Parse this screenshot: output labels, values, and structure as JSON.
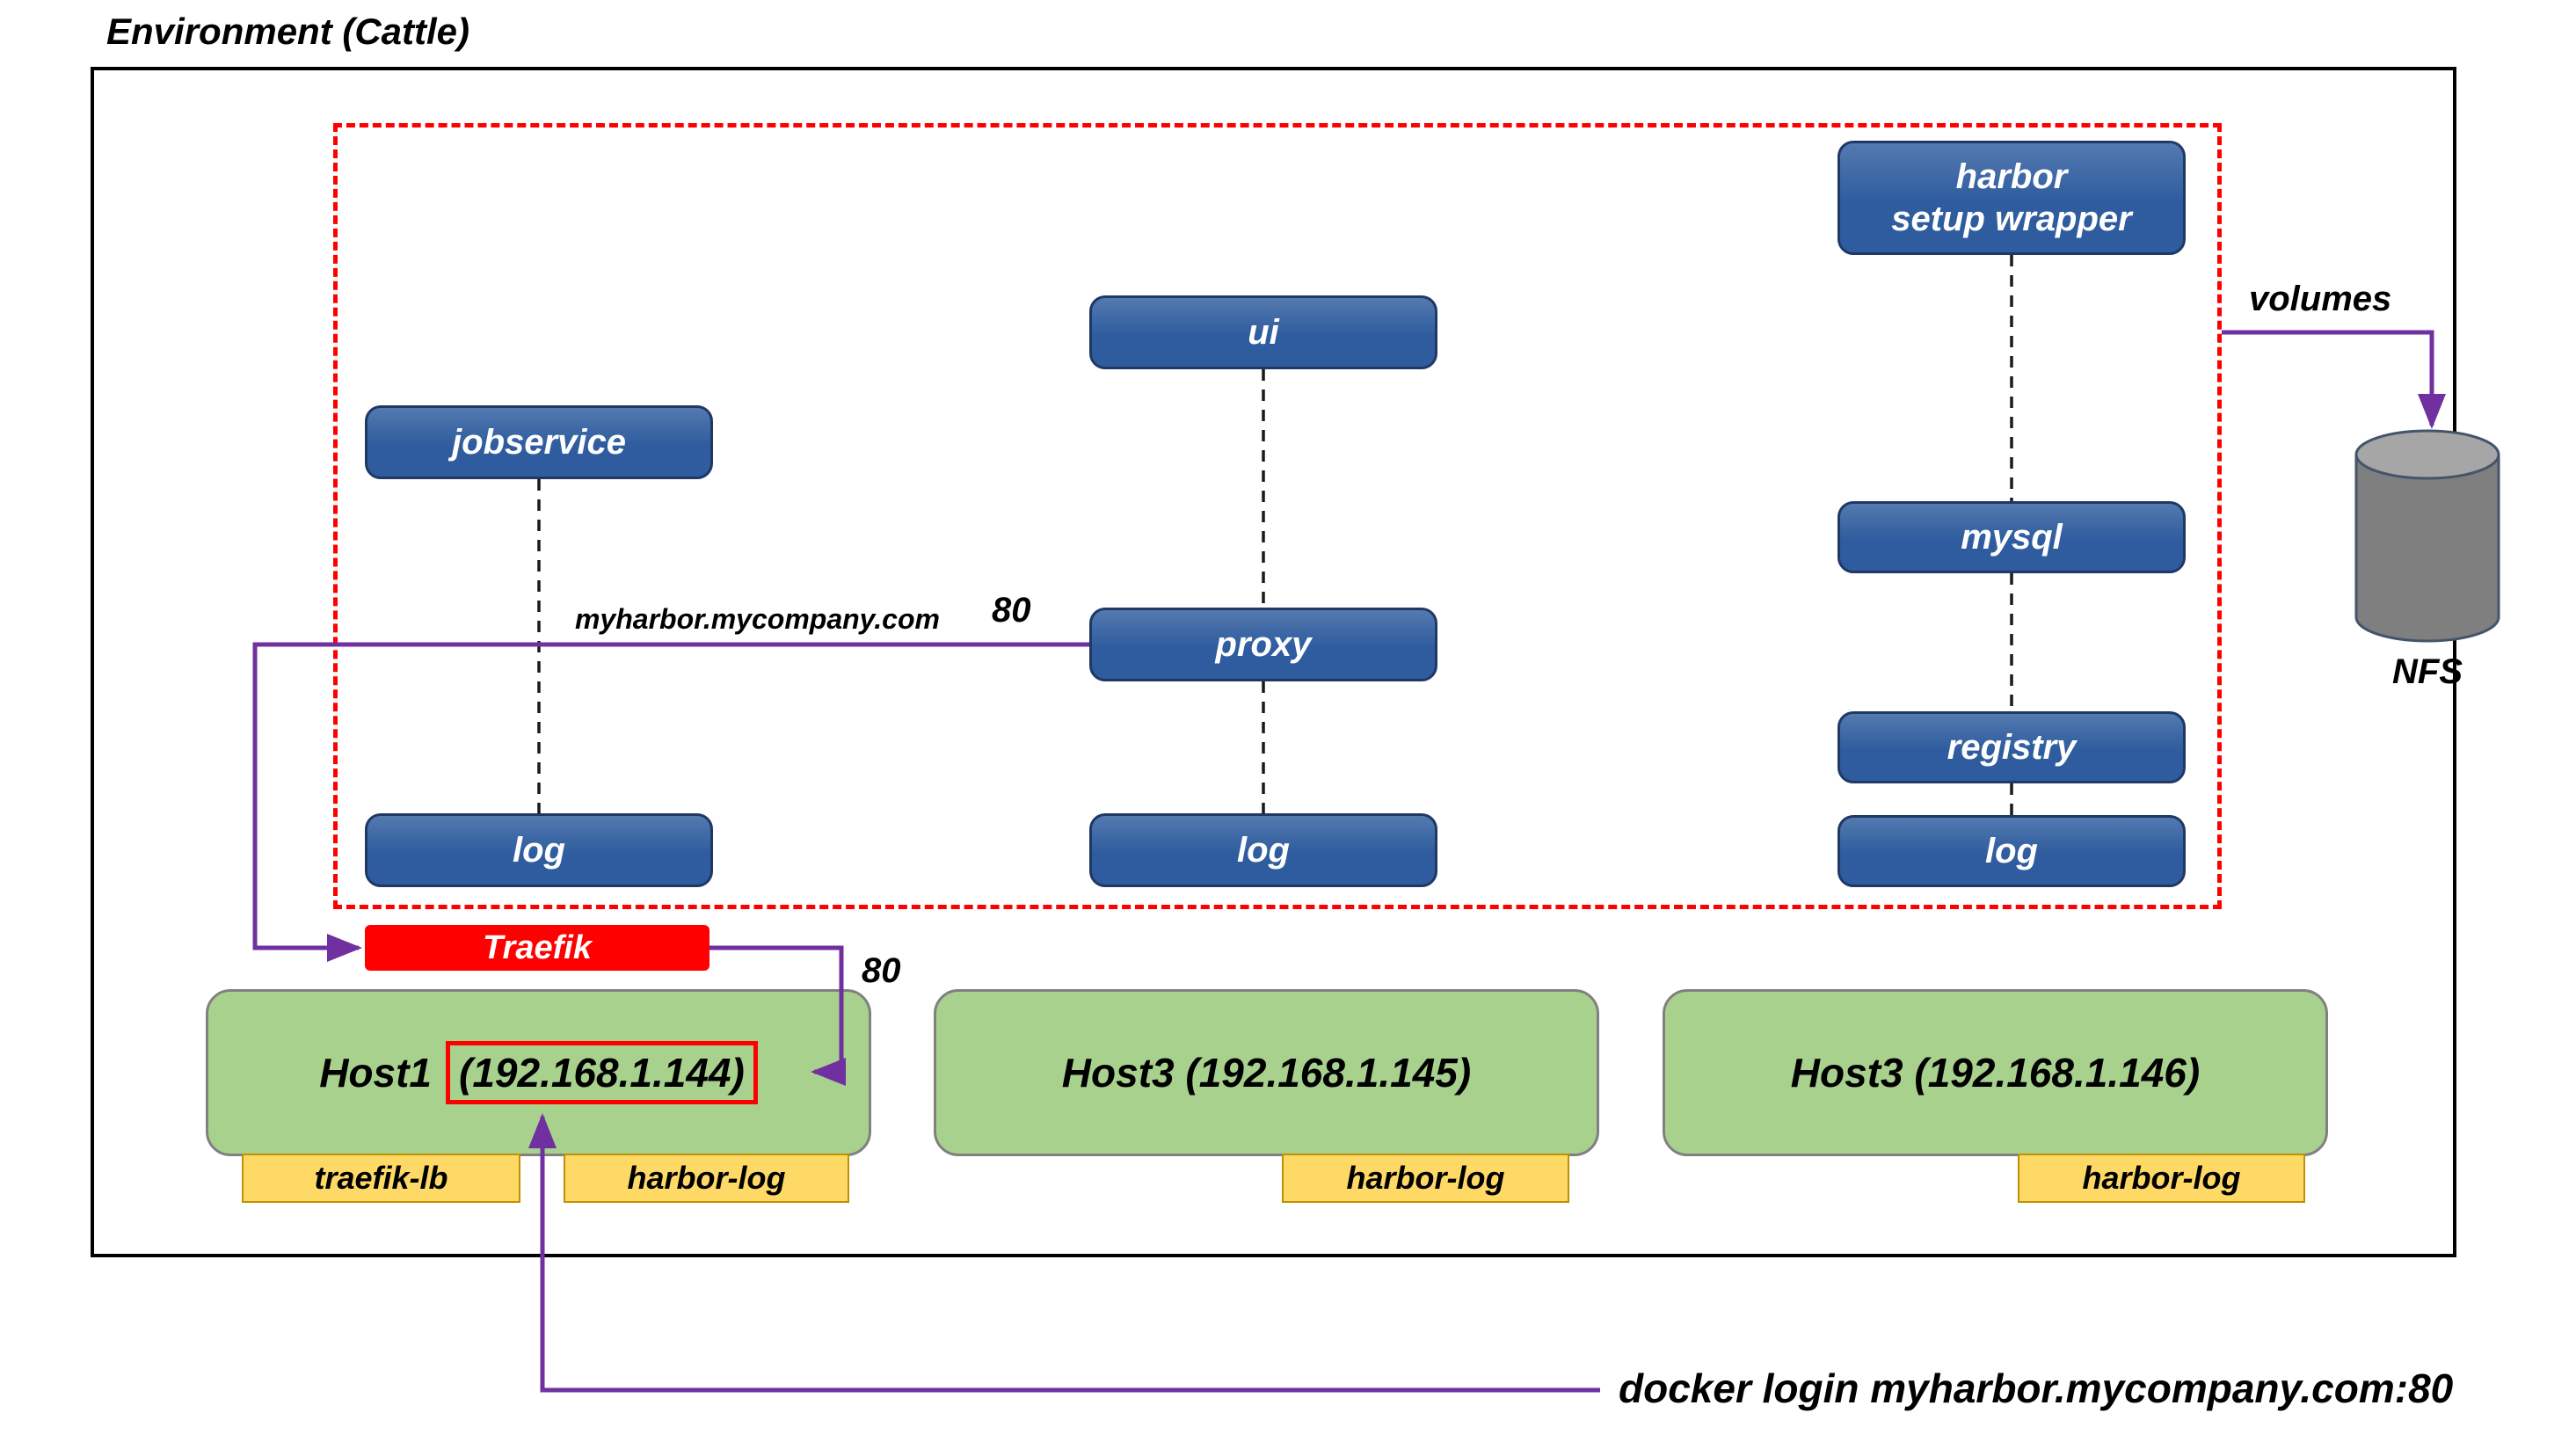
{
  "title": "Environment (Cattle)",
  "colors": {
    "service_blue": "#2E5C9E",
    "service_border": "#1F3864",
    "traefik_red": "#FF0000",
    "host_green": "#A9D18E",
    "host_border": "#808080",
    "label_yellow": "#FFD966",
    "label_border": "#BF9000",
    "arrow_purple": "#7030A0",
    "boundary_red": "#FF0000",
    "cylinder_gray": "#7F7F7F",
    "cylinder_top_gray": "#A6A6A6",
    "cylinder_stroke": "#44546A"
  },
  "services": {
    "harbor_setup_wrapper": {
      "line1": "harbor",
      "line2": "setup wrapper"
    },
    "ui": "ui",
    "jobservice": "jobservice",
    "mysql": "mysql",
    "proxy": "proxy",
    "registry": "registry",
    "log_left": "log",
    "log_middle": "log",
    "log_right": "log"
  },
  "traefik": {
    "label": "Traefik"
  },
  "hosts": {
    "host1": {
      "name": "Host1",
      "ip": "(192.168.1.144)"
    },
    "host2": {
      "label": "Host3 (192.168.1.145)"
    },
    "host3": {
      "label": "Host3 (192.168.1.146)"
    }
  },
  "host_labels": {
    "traefik_lb": "traefik-lb",
    "harbor_log_1": "harbor-log",
    "harbor_log_2": "harbor-log",
    "harbor_log_3": "harbor-log"
  },
  "annotations": {
    "proxy_domain": "myharbor.mycompany.com",
    "proxy_port": "80",
    "traefik_port": "80",
    "volumes_label": "volumes",
    "nfs_label": "NFS",
    "docker_login": "docker login myharbor.mycompany.com:80"
  }
}
